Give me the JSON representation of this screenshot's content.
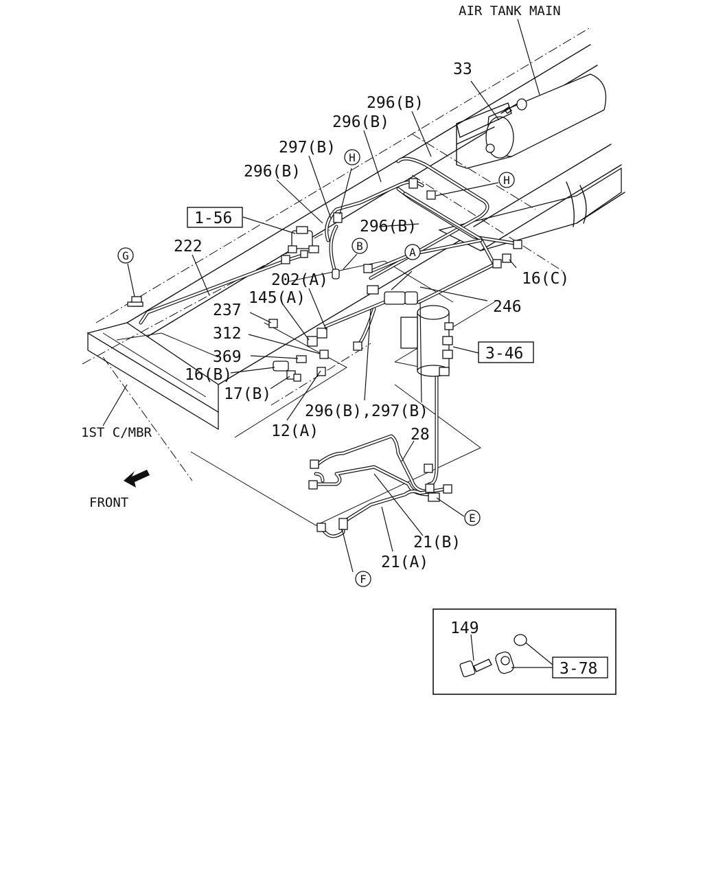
{
  "labels": {
    "air_tank_main": "AIR TANK MAIN",
    "p33": "33",
    "p296b_1": "296(B)",
    "p296b_2": "296(B)",
    "p297b": "297(B)",
    "p296b_3": "296(B)",
    "ref_1_56": "1-56",
    "p222": "222",
    "p296b_4": "296(B)",
    "p16c": "16(C)",
    "p202a": "202(A)",
    "p145a": "145(A)",
    "p237": "237",
    "p246": "246",
    "p312": "312",
    "ref_3_46": "3-46",
    "p369": "369",
    "p16b": "16(B)",
    "p17b": "17(B)",
    "p296b_297b": "296(B),297(B)",
    "first_cmbr": "1ST C/MBR",
    "p12a": "12(A)",
    "p28": "28",
    "front": "FRONT",
    "p21b": "21(B)",
    "p21a": "21(A)",
    "p149": "149",
    "ref_3_78": "3-78"
  },
  "callouts": {
    "g": "G",
    "h1": "H",
    "h2": "H",
    "b": "B",
    "a": "A",
    "e": "E",
    "f": "F"
  }
}
